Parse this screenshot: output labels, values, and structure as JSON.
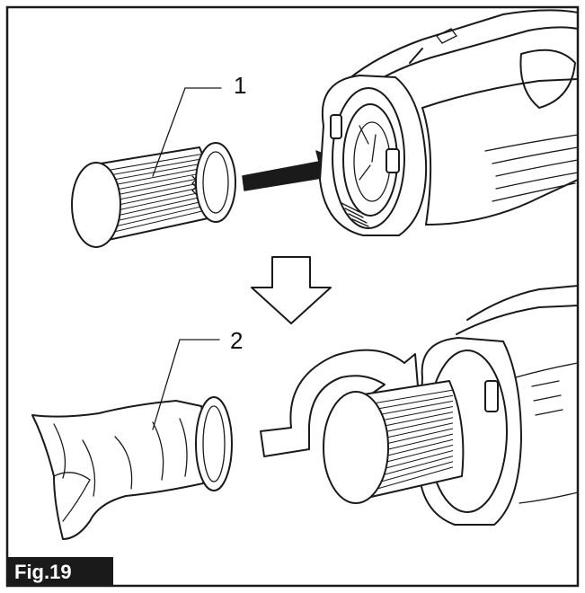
{
  "figure": {
    "label": "Fig.19",
    "callouts": [
      {
        "number": "1"
      },
      {
        "number": "2"
      }
    ],
    "colors": {
      "line": "#1a1a1a",
      "label_bg": "#1a1a1a",
      "label_text": "#ffffff",
      "background": "#ffffff"
    }
  }
}
